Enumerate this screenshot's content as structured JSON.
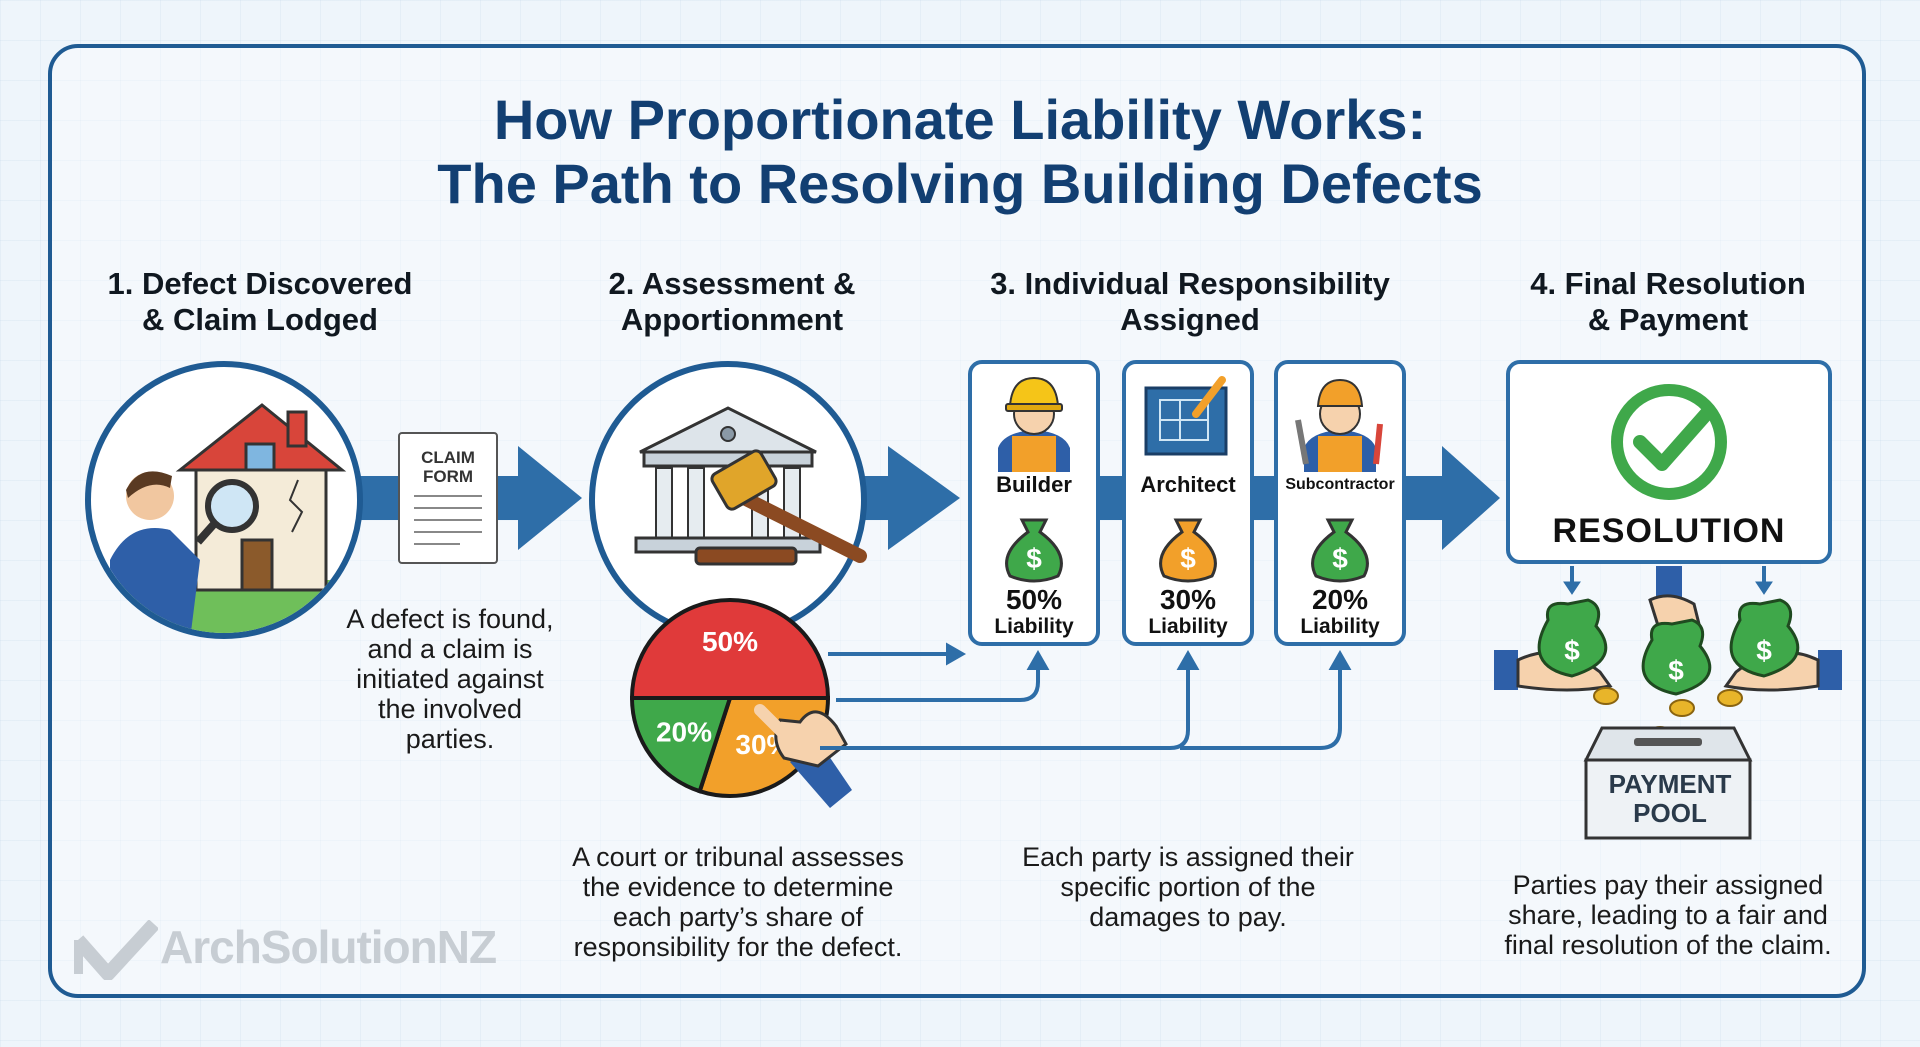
{
  "header": {
    "title_line1": "How Proportionate Liability Works:",
    "title_line2": "The Path to Resolving Building Defects"
  },
  "steps": [
    {
      "title_line1": "1. Defect Discovered",
      "title_line2": "& Claim Lodged",
      "description": [
        "A defect is found,",
        "and a claim is",
        "initiated against",
        "the involved",
        "parties."
      ]
    },
    {
      "title_line1": "2. Assessment &",
      "title_line2": "Apportionment",
      "description": [
        "A court or tribunal assesses",
        "the evidence to determine",
        "each party’s share of",
        "responsibility for the defect."
      ]
    },
    {
      "title_line1": "3. Individual Responsibility",
      "title_line2": "Assigned",
      "description": [
        "Each party is assigned their",
        "specific portion of the",
        "damages to pay."
      ]
    },
    {
      "title_line1": "4. Final Resolution",
      "title_line2": "& Payment",
      "description": [
        "Parties pay their assigned",
        "share, leading to a fair and",
        "final resolution of the claim."
      ]
    }
  ],
  "claim_form": {
    "line1": "CLAIM",
    "line2": "FORM"
  },
  "apportionment_pie": [
    {
      "label": "50%",
      "value": 50,
      "color": "#e03a3a"
    },
    {
      "label": "30%",
      "value": 30,
      "color": "#f2a02a"
    },
    {
      "label": "20%",
      "value": 20,
      "color": "#3fa84a"
    }
  ],
  "parties": [
    {
      "role": "Builder",
      "percent": "50%",
      "liability_label": "Liability",
      "bag_color": "#3fa84a"
    },
    {
      "role": "Architect",
      "percent": "30%",
      "liability_label": "Liability",
      "bag_color": "#f2a02a"
    },
    {
      "role": "Subcontractor",
      "percent": "20%",
      "liability_label": "Liability",
      "bag_color": "#3fa84a"
    }
  ],
  "resolution": {
    "label": "RESOLUTION"
  },
  "payment_pool": {
    "line1": "PAYMENT",
    "line2": "POOL"
  },
  "brand": {
    "name": "ArchSolutionNZ"
  },
  "colors": {
    "primary": "#1f5b93",
    "title": "#123f72",
    "arrow": "#2e6ea8",
    "check": "#3fa84a"
  }
}
